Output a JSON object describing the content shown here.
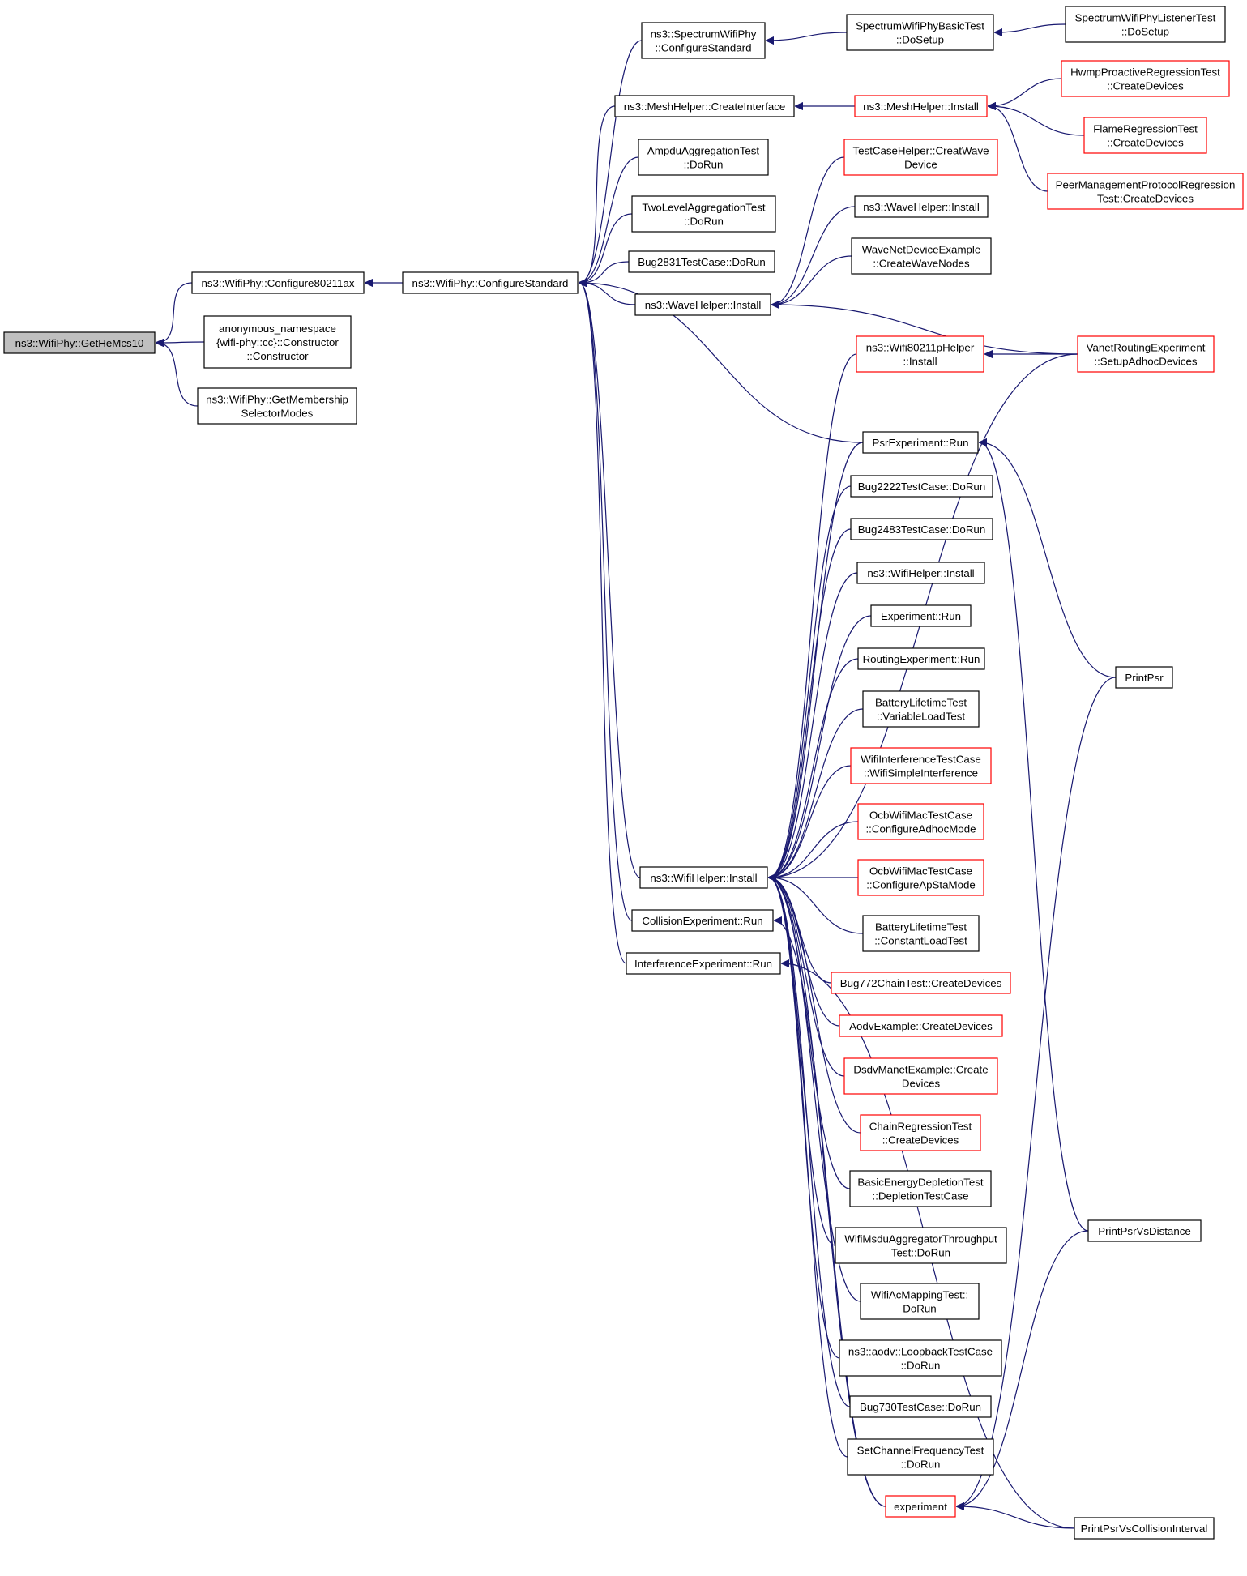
{
  "diagram": {
    "title": "Caller graph of ns3::WifiPhy::GetHeMcs10",
    "nodes": [
      {
        "id": "root",
        "lines": [
          "ns3::WifiPhy::GetHeMcs10"
        ],
        "style": "root",
        "icon": "none"
      },
      {
        "id": "cfg80211ax",
        "lines": [
          "ns3::WifiPhy::Configure80211ax"
        ],
        "style": "black"
      },
      {
        "id": "anon",
        "lines": [
          "anonymous_namespace",
          "{wifi-phy::cc}::Constructor",
          "::Constructor"
        ],
        "style": "black"
      },
      {
        "id": "getmembership",
        "lines": [
          "ns3::WifiPhy::GetMembership",
          "SelectorModes"
        ],
        "style": "black"
      },
      {
        "id": "cfgstd",
        "lines": [
          "ns3::WifiPhy::ConfigureStandard"
        ],
        "style": "black"
      },
      {
        "id": "spectrumcfg",
        "lines": [
          "ns3::SpectrumWifiPhy",
          "::ConfigureStandard"
        ],
        "style": "black"
      },
      {
        "id": "meshci",
        "lines": [
          "ns3::MeshHelper::CreateInterface"
        ],
        "style": "black"
      },
      {
        "id": "ampdu",
        "lines": [
          "AmpduAggregationTest",
          "::DoRun"
        ],
        "style": "black"
      },
      {
        "id": "twolevel",
        "lines": [
          "TwoLevelAggregationTest",
          "::DoRun"
        ],
        "style": "black"
      },
      {
        "id": "bug2831",
        "lines": [
          "Bug2831TestCase::DoRun"
        ],
        "style": "black"
      },
      {
        "id": "wavehelper",
        "lines": [
          "ns3::WaveHelper::Install"
        ],
        "style": "black"
      },
      {
        "id": "wifihelper",
        "lines": [
          "ns3::WifiHelper::Install"
        ],
        "style": "black"
      },
      {
        "id": "collision",
        "lines": [
          "CollisionExperiment::Run"
        ],
        "style": "black"
      },
      {
        "id": "interference",
        "lines": [
          "InterferenceExperiment::Run"
        ],
        "style": "black"
      },
      {
        "id": "spectrumbasic",
        "lines": [
          "SpectrumWifiPhyBasicTest",
          "::DoSetup"
        ],
        "style": "black"
      },
      {
        "id": "meshinstall",
        "lines": [
          "ns3::MeshHelper::Install"
        ],
        "style": "red"
      },
      {
        "id": "testcasehelper",
        "lines": [
          "TestCaseHelper::CreatWave",
          "Device"
        ],
        "style": "red"
      },
      {
        "id": "wavehelper2",
        "lines": [
          "ns3::WaveHelper::Install"
        ],
        "style": "black"
      },
      {
        "id": "wavenetdev",
        "lines": [
          "WaveNetDeviceExample",
          "::CreateWaveNodes"
        ],
        "style": "black"
      },
      {
        "id": "wifi80211p",
        "lines": [
          "ns3::Wifi80211pHelper",
          "::Install"
        ],
        "style": "red"
      },
      {
        "id": "psrexp",
        "lines": [
          "PsrExperiment::Run"
        ],
        "style": "black"
      },
      {
        "id": "bug2222",
        "lines": [
          "Bug2222TestCase::DoRun"
        ],
        "style": "black"
      },
      {
        "id": "bug2483",
        "lines": [
          "Bug2483TestCase::DoRun"
        ],
        "style": "black"
      },
      {
        "id": "wifihelper2",
        "lines": [
          "ns3::WifiHelper::Install"
        ],
        "style": "black"
      },
      {
        "id": "experimentrun",
        "lines": [
          "Experiment::Run"
        ],
        "style": "black"
      },
      {
        "id": "routingexp",
        "lines": [
          "RoutingExperiment::Run"
        ],
        "style": "black"
      },
      {
        "id": "batteryvar",
        "lines": [
          "BatteryLifetimeTest",
          "::VariableLoadTest"
        ],
        "style": "black"
      },
      {
        "id": "wifiinterf",
        "lines": [
          "WifiInterferenceTestCase",
          "::WifiSimpleInterference"
        ],
        "style": "red"
      },
      {
        "id": "ocbadhoc",
        "lines": [
          "OcbWifiMacTestCase",
          "::ConfigureAdhocMode"
        ],
        "style": "red"
      },
      {
        "id": "ocbapsta",
        "lines": [
          "OcbWifiMacTestCase",
          "::ConfigureApStaMode"
        ],
        "style": "red"
      },
      {
        "id": "batteryconst",
        "lines": [
          "BatteryLifetimeTest",
          "::ConstantLoadTest"
        ],
        "style": "black"
      },
      {
        "id": "bug772",
        "lines": [
          "Bug772ChainTest::CreateDevices"
        ],
        "style": "red"
      },
      {
        "id": "aodvex",
        "lines": [
          "AodvExample::CreateDevices"
        ],
        "style": "red"
      },
      {
        "id": "dsdv",
        "lines": [
          "DsdvManetExample::Create",
          "Devices"
        ],
        "style": "red"
      },
      {
        "id": "chainreg",
        "lines": [
          "ChainRegressionTest",
          "::CreateDevices"
        ],
        "style": "red"
      },
      {
        "id": "basicenergy",
        "lines": [
          "BasicEnergyDepletionTest",
          "::DepletionTestCase"
        ],
        "style": "black"
      },
      {
        "id": "msdu",
        "lines": [
          "WifiMsduAggregatorThroughput",
          "Test::DoRun"
        ],
        "style": "black"
      },
      {
        "id": "acmapping",
        "lines": [
          "WifiAcMappingTest::",
          "DoRun"
        ],
        "style": "black"
      },
      {
        "id": "loopback",
        "lines": [
          "ns3::aodv::LoopbackTestCase",
          "::DoRun"
        ],
        "style": "black"
      },
      {
        "id": "bug730",
        "lines": [
          "Bug730TestCase::DoRun"
        ],
        "style": "black"
      },
      {
        "id": "setchannel",
        "lines": [
          "SetChannelFrequencyTest",
          "::DoRun"
        ],
        "style": "black"
      },
      {
        "id": "experiment",
        "lines": [
          "experiment"
        ],
        "style": "red"
      },
      {
        "id": "spectrumlistener",
        "lines": [
          "SpectrumWifiPhyListenerTest",
          "::DoSetup"
        ],
        "style": "black"
      },
      {
        "id": "hwmp",
        "lines": [
          "HwmpProactiveRegressionTest",
          "::CreateDevices"
        ],
        "style": "red"
      },
      {
        "id": "flame",
        "lines": [
          "FlameRegressionTest",
          "::CreateDevices"
        ],
        "style": "red"
      },
      {
        "id": "peermgmt",
        "lines": [
          "PeerManagementProtocolRegression",
          "Test::CreateDevices"
        ],
        "style": "red"
      },
      {
        "id": "vanet",
        "lines": [
          "VanetRoutingExperiment",
          "::SetupAdhocDevices"
        ],
        "style": "red"
      },
      {
        "id": "printpsr",
        "lines": [
          "PrintPsr"
        ],
        "style": "black"
      },
      {
        "id": "printpsrdist",
        "lines": [
          "PrintPsrVsDistance"
        ],
        "style": "black"
      },
      {
        "id": "printpsrcoll",
        "lines": [
          "PrintPsrVsCollisionInterval"
        ],
        "style": "black"
      }
    ],
    "edges": [
      [
        "root",
        "cfg80211ax"
      ],
      [
        "root",
        "anon"
      ],
      [
        "root",
        "getmembership"
      ],
      [
        "cfg80211ax",
        "cfgstd"
      ],
      [
        "cfgstd",
        "spectrumcfg"
      ],
      [
        "cfgstd",
        "meshci"
      ],
      [
        "cfgstd",
        "ampdu"
      ],
      [
        "cfgstd",
        "twolevel"
      ],
      [
        "cfgstd",
        "bug2831"
      ],
      [
        "cfgstd",
        "wavehelper"
      ],
      [
        "cfgstd",
        "wifihelper"
      ],
      [
        "cfgstd",
        "collision"
      ],
      [
        "cfgstd",
        "interference"
      ],
      [
        "cfgstd",
        "psrexp"
      ],
      [
        "spectrumcfg",
        "spectrumbasic"
      ],
      [
        "spectrumbasic",
        "spectrumlistener"
      ],
      [
        "meshci",
        "meshinstall"
      ],
      [
        "meshinstall",
        "hwmp"
      ],
      [
        "meshinstall",
        "flame"
      ],
      [
        "meshinstall",
        "peermgmt"
      ],
      [
        "wavehelper",
        "testcasehelper"
      ],
      [
        "wavehelper",
        "wavehelper2"
      ],
      [
        "wavehelper",
        "wavenetdev"
      ],
      [
        "wavehelper",
        "vanet"
      ],
      [
        "wifihelper",
        "wifi80211p"
      ],
      [
        "wifihelper",
        "psrexp"
      ],
      [
        "wifihelper",
        "bug2222"
      ],
      [
        "wifihelper",
        "bug2483"
      ],
      [
        "wifihelper",
        "wifihelper2"
      ],
      [
        "wifihelper",
        "experimentrun"
      ],
      [
        "wifihelper",
        "routingexp"
      ],
      [
        "wifihelper",
        "batteryvar"
      ],
      [
        "wifihelper",
        "wifiinterf"
      ],
      [
        "wifihelper",
        "ocbadhoc"
      ],
      [
        "wifihelper",
        "ocbapsta"
      ],
      [
        "wifihelper",
        "batteryconst"
      ],
      [
        "wifihelper",
        "bug772"
      ],
      [
        "wifihelper",
        "aodvex"
      ],
      [
        "wifihelper",
        "dsdv"
      ],
      [
        "wifihelper",
        "chainreg"
      ],
      [
        "wifihelper",
        "basicenergy"
      ],
      [
        "wifihelper",
        "msdu"
      ],
      [
        "wifihelper",
        "acmapping"
      ],
      [
        "wifihelper",
        "loopback"
      ],
      [
        "wifihelper",
        "bug730"
      ],
      [
        "wifihelper",
        "setchannel"
      ],
      [
        "wifihelper",
        "experiment"
      ],
      [
        "wifihelper",
        "vanet"
      ],
      [
        "wifi80211p",
        "vanet"
      ],
      [
        "psrexp",
        "printpsr"
      ],
      [
        "psrexp",
        "printpsrdist"
      ],
      [
        "collision",
        "experiment"
      ],
      [
        "experiment",
        "printpsr"
      ],
      [
        "experiment",
        "printpsrdist"
      ],
      [
        "experiment",
        "printpsrcoll"
      ],
      [
        "interference",
        "printpsrcoll"
      ]
    ]
  }
}
